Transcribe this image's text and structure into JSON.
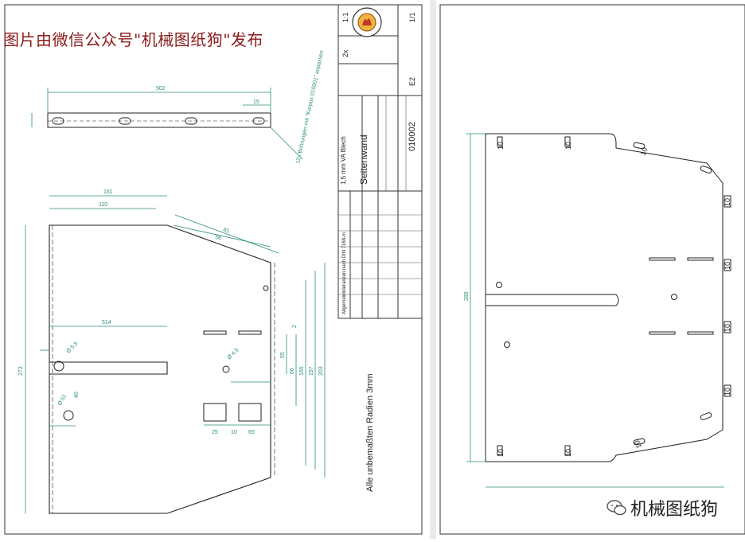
{
  "watermark": {
    "top_text": "图片由微信公众号\"机械图纸狗\"发布",
    "bottom_text": "机械图纸狗"
  },
  "title_block": {
    "scale": "1:1",
    "sheet": "1/1",
    "quantity": "2x",
    "material": "1,5 mm  VA Blech",
    "part_name": "Seitenwand",
    "drawing_number": "010002",
    "format": "E2",
    "tolerance_note": "Allgemeintoleranzen nach DIN 7168-m"
  },
  "left_drawing": {
    "top_view_dims": [
      "502",
      "15",
      "12x Bohrungen mit \"Korpus 010001\" anpassen"
    ],
    "main_dims": [
      "161",
      "110",
      "81",
      "56",
      "514",
      "Ø 5,5",
      "Ø 4,5",
      "Ø 51",
      "40",
      "273",
      "203",
      "197",
      "165",
      "66",
      "55",
      "25",
      "10",
      "65",
      "2"
    ],
    "radius_note": "Alle unbemaßten Radien   3mm"
  },
  "right_drawing": {
    "labels": [
      "10",
      "10",
      "10",
      "10",
      "10",
      "10",
      "10",
      "10",
      "10",
      "10"
    ],
    "height_dim": "289"
  },
  "colors": {
    "dimension": "#2b8f7a",
    "outline": "#222222",
    "watermark": "#8b1a1a"
  }
}
